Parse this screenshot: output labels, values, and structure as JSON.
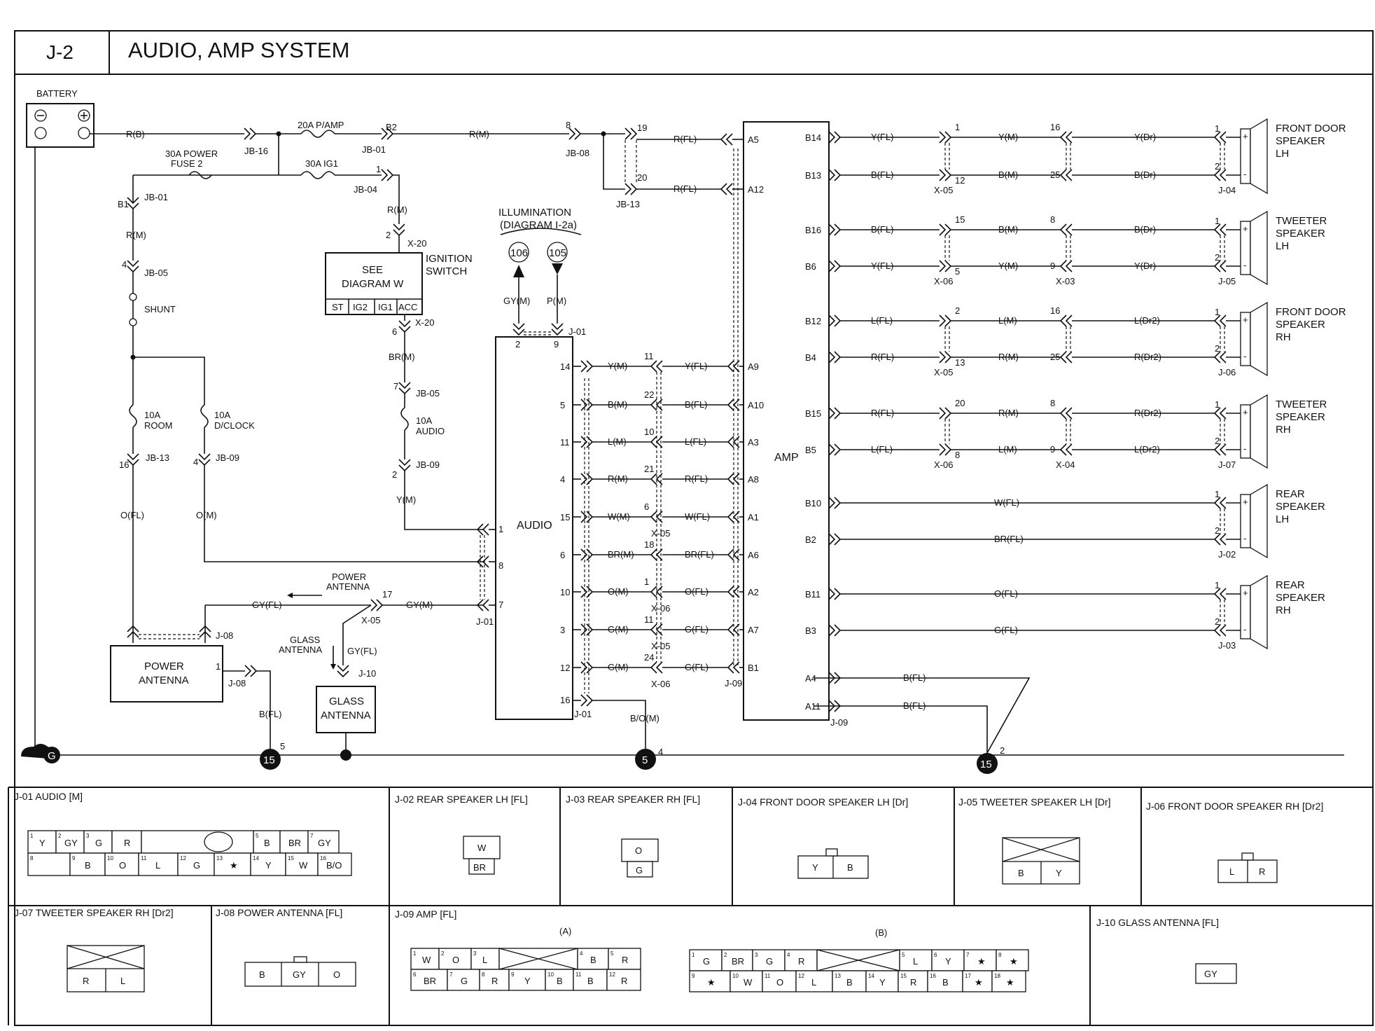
{
  "header": {
    "code": "J-2",
    "title": "AUDIO, AMP SYSTEM"
  },
  "components": {
    "battery": "BATTERY",
    "ignition_switch": [
      "IGNITION",
      "SWITCH"
    ],
    "see_diagram": [
      "SEE",
      "DIAGRAM  W"
    ],
    "ign_positions": [
      "ST",
      "IG2",
      "IG1",
      "ACC"
    ],
    "shunt": "SHUNT",
    "fuse_room": [
      "10A",
      "ROOM"
    ],
    "fuse_dclock": [
      "10A",
      "D/CLOCK"
    ],
    "fuse_audio": [
      "10A",
      "AUDIO"
    ],
    "fuse_pamp": "20A P/AMP",
    "fuse_power2": [
      "30A POWER",
      "FUSE 2"
    ],
    "fuse_ig1": "30A IG1",
    "illumination": [
      "ILLUMINATION",
      "(DIAGRAM I-2a)"
    ],
    "illum_refs": [
      "106",
      "105"
    ],
    "audio": "AUDIO",
    "amp": "AMP",
    "power_antenna": [
      "POWER",
      "ANTENNA"
    ],
    "glass_antenna": [
      "GLASS",
      "ANTENNA"
    ],
    "power_antenna_arrow": [
      "POWER",
      "ANTENNA"
    ],
    "glass_antenna_arrow": [
      "GLASS",
      "ANTENNA"
    ],
    "ground_g": "G",
    "grounds": [
      "15",
      "5",
      "15"
    ],
    "speakers": [
      [
        "FRONT DOOR",
        "SPEAKER",
        "LH"
      ],
      [
        "TWEETER",
        "SPEAKER",
        "LH"
      ],
      [
        "FRONT DOOR",
        "SPEAKER",
        "RH"
      ],
      [
        "TWEETER",
        "SPEAKER",
        "RH"
      ],
      [
        "REAR",
        "SPEAKER",
        "LH"
      ],
      [
        "REAR",
        "SPEAKER",
        "RH"
      ]
    ]
  },
  "connectors": {
    "j01": {
      "title": "J-01 AUDIO [M]",
      "top": [
        [
          "1",
          "Y"
        ],
        [
          "2",
          "GY"
        ],
        [
          "3",
          "G"
        ],
        [
          "",
          "R"
        ],
        [
          "5",
          "B"
        ],
        [
          "",
          "BR"
        ],
        [
          "7",
          "GY"
        ]
      ],
      "bottom": [
        [
          "8",
          ""
        ],
        [
          "9",
          "B"
        ],
        [
          "10",
          "O"
        ],
        [
          "11",
          "L"
        ],
        [
          "12",
          "G"
        ],
        [
          "13",
          "★"
        ],
        [
          "14",
          "Y"
        ],
        [
          "15",
          "W"
        ],
        [
          "16",
          "B/O"
        ]
      ]
    },
    "j02": {
      "title": "J-02 REAR SPEAKER LH [FL]",
      "pins": [
        "W",
        "BR"
      ]
    },
    "j03": {
      "title": "J-03 REAR SPEAKER RH [FL]",
      "pins": [
        "O",
        "G"
      ]
    },
    "j04": {
      "title": "J-04 FRONT DOOR SPEAKER LH [Dr]",
      "pins": [
        "Y",
        "B"
      ]
    },
    "j05": {
      "title": "J-05 TWEETER SPEAKER LH [Dr]",
      "pins": [
        "B",
        "Y"
      ]
    },
    "j06": {
      "title": "J-06 FRONT DOOR SPEAKER RH [Dr2]",
      "pins": [
        "L",
        "R"
      ]
    },
    "j07": {
      "title": "J-07 TWEETER SPEAKER RH [Dr2]",
      "pins": [
        "R",
        "L"
      ]
    },
    "j08": {
      "title": "J-08 POWER ANTENNA [FL]",
      "pins": [
        "B",
        "GY",
        "O"
      ]
    },
    "j09": {
      "title": "J-09 AMP [FL]",
      "a_label": "(A)",
      "b_label": "(B)",
      "a_top": [
        "W",
        "O",
        "L",
        "",
        "B",
        "R"
      ],
      "a_bottom": [
        "BR",
        "G",
        "R",
        "Y",
        "B",
        "B",
        "R"
      ],
      "b_top": [
        "G",
        "BR",
        "G",
        "R",
        "",
        "L",
        "Y",
        "★",
        "★"
      ],
      "b_bottom": [
        "★",
        "W",
        "O",
        "L",
        "B",
        "Y",
        "R",
        "B",
        "★",
        "★"
      ]
    },
    "j10": {
      "title": "J-10 GLASS ANTENNA [FL]",
      "pins": [
        "GY"
      ]
    }
  },
  "wire_labels": {
    "rb": "R(B)",
    "rm1": "R(M)",
    "rm2": "R(M)",
    "rm3": "R(M)",
    "rfl1": "R(FL)",
    "rfl2": "R(FL)",
    "brm": "BR(M)",
    "ym": "Y(M)",
    "ofl": "O(FL)",
    "om": "O(M)",
    "gym": "GY(M)",
    "pm": "P(M)",
    "gyfl": "GY(FL)",
    "gym2": "GY(M)",
    "gyfl2": "GY(FL)",
    "bfl": "B(FL)",
    "bom": "B/O(M)",
    "audio_left": [
      "Y(M)",
      "B(M)",
      "L(M)",
      "R(M)",
      "W(M)",
      "BR(M)",
      "O(M)",
      "G(M)",
      "G(M)"
    ],
    "audio_right": [
      "Y(FL)",
      "B(FL)",
      "L(FL)",
      "R(FL)",
      "W(FL)",
      "BR(FL)",
      "O(FL)",
      "G(FL)",
      "G(FL)"
    ],
    "amp_out1": [
      "Y(FL)",
      "B(FL)",
      "B(FL)",
      "Y(FL)",
      "L(FL)",
      "R(FL)",
      "R(FL)",
      "L(FL)",
      "W(FL)",
      "BR(FL)",
      "O(FL)",
      "G(FL)",
      "B(FL)",
      "B(FL)"
    ],
    "amp_out2": [
      "Y(M)",
      "B(M)",
      "B(M)",
      "Y(M)",
      "L(M)",
      "R(M)",
      "R(M)",
      "L(M)"
    ],
    "amp_out3": [
      "Y(Dr)",
      "B(Dr)",
      "B(Dr)",
      "Y(Dr)",
      "L(Dr2)",
      "R(Dr2)",
      "R(Dr2)",
      "L(Dr2)"
    ]
  },
  "pin_labels": {
    "amp_right": [
      "B14",
      "B13",
      "B16",
      "B6",
      "B12",
      "B4",
      "B15",
      "B5",
      "B10",
      "B2",
      "B11",
      "B3",
      "A4",
      "A11"
    ],
    "amp_left": [
      "A5",
      "A12",
      "A9",
      "A10",
      "A3",
      "A8",
      "A1",
      "A6",
      "A2",
      "A7",
      "B1"
    ],
    "audio_right": [
      "14",
      "5",
      "11",
      "4",
      "15",
      "6",
      "10",
      "3",
      "12",
      "16"
    ],
    "audio_left": [
      "1",
      "8",
      "7"
    ],
    "audio_top": [
      "2",
      "9"
    ]
  },
  "conn_refs": {
    "jb16": "JB-16",
    "jb01a": "JB-01",
    "jb04": "JB-04",
    "jb01b": "JB-01",
    "jb05a": "JB-05",
    "jb13a": "JB-13",
    "jb09a": "JB-09",
    "x20a": "X-20",
    "x20b": "X-20",
    "jb05b": "JB-05",
    "jb09b": "JB-09",
    "jb08": "JB-08",
    "jb13b": "JB-13",
    "j01a": "J-01",
    "j01b": "J-01",
    "j01c": "J-01",
    "j08a": "J-08",
    "j08b": "J-08",
    "j10": "J-10",
    "x05a": "X-05",
    "j09a": "J-09",
    "j09b": "J-09",
    "mid_x": [
      "X-05",
      "X-06",
      "X-05",
      "X-06"
    ],
    "amp_x1": [
      "X-05",
      "X-06",
      "X-05",
      "X-06"
    ],
    "amp_x2": [
      "X-03",
      "X-04"
    ],
    "spk_j": [
      "J-04",
      "J-05",
      "J-06",
      "J-07",
      "J-02",
      "J-03"
    ]
  }
}
